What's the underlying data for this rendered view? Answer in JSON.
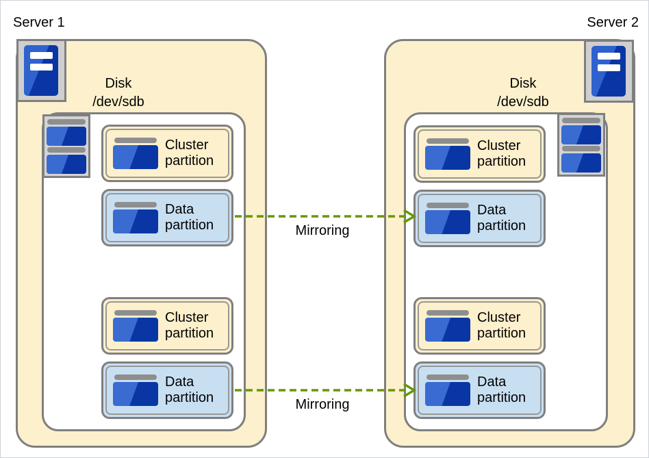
{
  "diagram": {
    "title_implicit": "Disk mirroring between two servers",
    "servers": [
      {
        "name": "Server 1",
        "disk": {
          "label_line1": "Disk",
          "label_line2": "/dev/sdb"
        },
        "partitions": [
          {
            "type": "cluster",
            "label": "Cluster partition"
          },
          {
            "type": "data",
            "label": "Data partition"
          },
          {
            "type": "cluster",
            "label": "Cluster partition"
          },
          {
            "type": "data",
            "label": "Data partition"
          }
        ]
      },
      {
        "name": "Server 2",
        "disk": {
          "label_line1": "Disk",
          "label_line2": "/dev/sdb"
        },
        "partitions": [
          {
            "type": "cluster",
            "label": "Cluster partition"
          },
          {
            "type": "data",
            "label": "Data partition"
          },
          {
            "type": "cluster",
            "label": "Cluster partition"
          },
          {
            "type": "data",
            "label": "Data partition"
          }
        ]
      }
    ],
    "mirroring_links": [
      {
        "label": "Mirroring",
        "from": "Server 1 Data partition 1",
        "to": "Server 2 Data partition 1"
      },
      {
        "label": "Mirroring",
        "from": "Server 1 Data partition 2",
        "to": "Server 2 Data partition 2"
      }
    ],
    "icons": {
      "server_icon": "tower-server with two white slots",
      "disk_stack_icon": "two stacked disk drives",
      "partition_disk_icon": "single disk drive"
    },
    "colors": {
      "server_fill": "#fdf0cc",
      "disk_box_fill": "#ffffff",
      "cluster_partition_fill": "#fdf0cc",
      "data_partition_fill": "#c8dff2",
      "border_gray": "#7f7f7f",
      "icon_frame_gray": "#d4d4d4",
      "disk_blue_light": "#3a6bd1",
      "disk_blue_dark": "#0a36a5",
      "arrow_green": "#649900"
    }
  }
}
